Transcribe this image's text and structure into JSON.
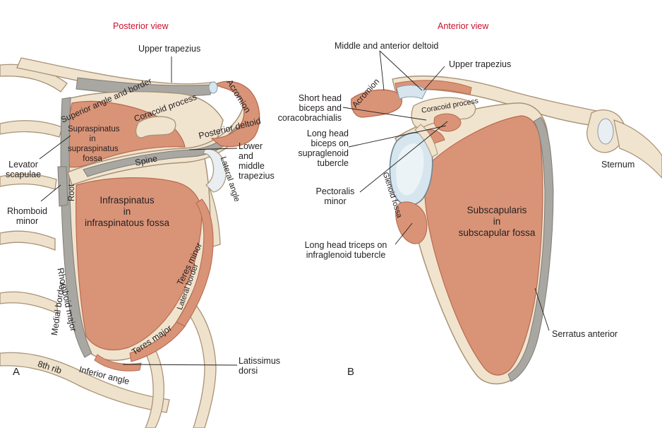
{
  "panel_a": {
    "title": "Posterior view",
    "letter": "A",
    "labels": {
      "upper_trapezius": "Upper trapezius",
      "acromion": "Acromion",
      "superior_angle": "Superior angle and border",
      "coracoid": "Coracoid process",
      "supraspinatus_1": "Supraspinatus",
      "supraspinatus_2": "in",
      "supraspinatus_3": "supraspinatus",
      "supraspinatus_4": "fossa",
      "posterior_deltoid": "Posterior deltoid",
      "spine": "Spine",
      "lower_middle_1": "Lower",
      "lower_middle_2": "and",
      "lower_middle_3": "middle",
      "lower_middle_4": "trapezius",
      "levator_1": "Levator",
      "levator_2": "scapulae",
      "root": "Root",
      "lateral_angle": "Lateral angle",
      "rhomboid_minor_1": "Rhomboid",
      "rhomboid_minor_2": "minor",
      "infraspinatus_1": "Infraspinatus",
      "infraspinatus_2": "in",
      "infraspinatus_3": "infraspinatous fossa",
      "teres_minor": "Teres minor",
      "lateral_border": "Lateral border",
      "medial_border": "Medial border",
      "rhomboid_major": "Rhomboid major",
      "teres_major": "Teres major",
      "latissimus_1": "Latissimus",
      "latissimus_2": "dorsi",
      "eighth_rib": "8th rib",
      "inferior_angle": "Inferior angle"
    }
  },
  "panel_b": {
    "title": "Anterior view",
    "letter": "B",
    "labels": {
      "middle_anterior_deltoid": "Middle and anterior deltoid",
      "upper_trapezius": "Upper trapezius",
      "acromion": "Acromion",
      "short_head_1": "Short head",
      "short_head_2": "biceps and",
      "short_head_3": "coracobrachialis",
      "coracoid": "Coracoid process",
      "long_head_1": "Long head",
      "long_head_2": "biceps on",
      "long_head_3": "supraglenoid",
      "long_head_4": "tubercle",
      "sternum": "Sternum",
      "glenoid": "Glenoid fossa",
      "pectoralis_1": "Pectoralis",
      "pectoralis_2": "minor",
      "subscapularis_1": "Subscapularis",
      "subscapularis_2": "in",
      "subscapularis_3": "subscapular fossa",
      "triceps_1": "Long head triceps on",
      "triceps_2": "infraglenoid tubercle",
      "serratus": "Serratus anterior"
    }
  },
  "colors": {
    "bone": "#f1e4cf",
    "bone_edge": "#a89276",
    "muscle": "#d99478",
    "muscle_dark": "#b86a4f",
    "tendon_gray": "#a9a7a2",
    "cartilage": "#d7e6ee",
    "title_red": "#c8102e"
  }
}
